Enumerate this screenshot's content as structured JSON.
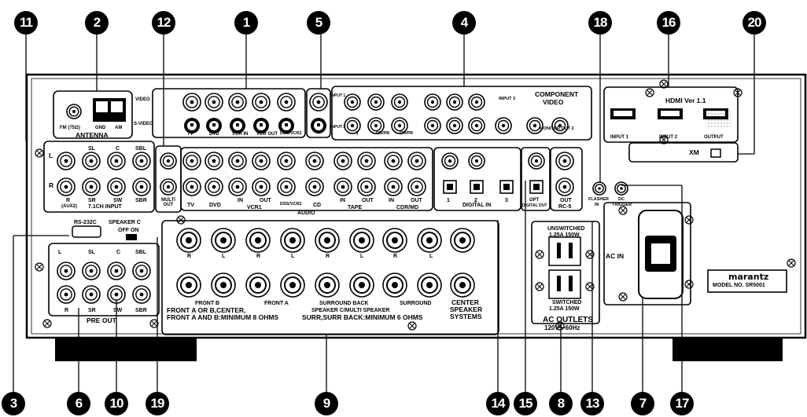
{
  "callouts": {
    "c1": "1",
    "c2": "2",
    "c3": "3",
    "c4": "4",
    "c5": "5",
    "c6": "6",
    "c7": "7",
    "c8": "8",
    "c9": "9",
    "c10": "10",
    "c11": "11",
    "c12": "12",
    "c13": "13",
    "c14": "14",
    "c15": "15",
    "c16": "16",
    "c17": "17",
    "c18": "18",
    "c19": "19",
    "c20": "20"
  },
  "antenna": {
    "fm": "FM (75Ω)",
    "gnd": "GND",
    "am": "AM",
    "title": "ANTENNA"
  },
  "video_tabs": {
    "video": "VIDEO",
    "svideo": "S-VIDEO"
  },
  "video_sources": [
    "TV",
    "DVD",
    "VCR IN",
    "VCR OUT",
    "DSS/VCR2"
  ],
  "component": {
    "title1": "COMPONENT",
    "title2": "VIDEO",
    "input3": "INPUT 3",
    "monitor": "MONITOR OUT 2",
    "y": "Y",
    "cb": "CB/PB",
    "cr": "CR/PR",
    "input1": "INPUT 1",
    "input2": "INPUT 2"
  },
  "input71": {
    "l": "L",
    "sl": "SL",
    "c": "C",
    "sbl": "SBL",
    "r": "R",
    "sr": "SR",
    "sw": "SW",
    "sbr": "SBR",
    "aux2": "(AUX2)",
    "title": "7.1CH INPUT"
  },
  "multi_out": "MULTI OUT",
  "audio": {
    "tv": "TV",
    "dvd": "DVD",
    "vcr_in": "IN",
    "vcr_out": "OUT",
    "vcr": "VCR1",
    "dss": "DSS/VCR2",
    "cd": "CD",
    "tape_in": "IN",
    "tape_out": "OUT",
    "tape": "TAPE",
    "cdr_in": "IN",
    "cdr_out": "OUT",
    "cdr": "CDR/MD",
    "title": "AUDIO"
  },
  "digital": {
    "in1": "1",
    "in2": "2",
    "in3": "3",
    "title": "DIGITAL IN",
    "opt": "OPT",
    "out": "DIGITAL OUT"
  },
  "rc5": {
    "out": "OUT",
    "name": "RC-5"
  },
  "flasher": {
    "name": "FLASHER",
    "in": "IN"
  },
  "dc": {
    "name": "DC",
    "trigger": "TRIGGER"
  },
  "hdmi": {
    "title": "HDMI Ver 1.1",
    "in1": "INPUT 1",
    "in2": "INPUT 2",
    "out": "OUTPUT"
  },
  "xm": "XM",
  "rs232": {
    "name": "RS-232C",
    "speaker": "SPEAKER C",
    "offon": "OFF ON"
  },
  "preout": {
    "l": "L",
    "sl": "SL",
    "c": "C",
    "sbl": "SBL",
    "r": "R",
    "sr": "SR",
    "sw": "SW",
    "sbr": "SBR",
    "title": "PRE OUT"
  },
  "speakers": {
    "top_labels": [
      "R",
      "L",
      "R",
      "L",
      "R",
      "L",
      "R",
      "L"
    ],
    "front_b": "FRONT B",
    "front_a": "FRONT A",
    "surround_back": "SURROUND BACK",
    "surround": "SURROUND",
    "center": "CENTER",
    "speaker_word": "SPEAKER",
    "systems": "SYSTEMS",
    "note1": "FRONT A OR B,CENTER,",
    "note2": "FRONT A AND B:MINIMUM 8 OHMS",
    "note3": "SPEAKER C/MULTI SPEAKER",
    "note4": "SURR,SURR BACK:MINIMUM 6 OHMS"
  },
  "outlets": {
    "unswitched": "UNSWITCHED",
    "rating": "1.25A 150W",
    "switched": "SWITCHED",
    "title": "AC OUTLETS",
    "voltage": "120V～60Hz"
  },
  "ac_in": "AC IN",
  "nameplate": {
    "brand": "marantz",
    "model": "MODEL NO. SR5001"
  }
}
